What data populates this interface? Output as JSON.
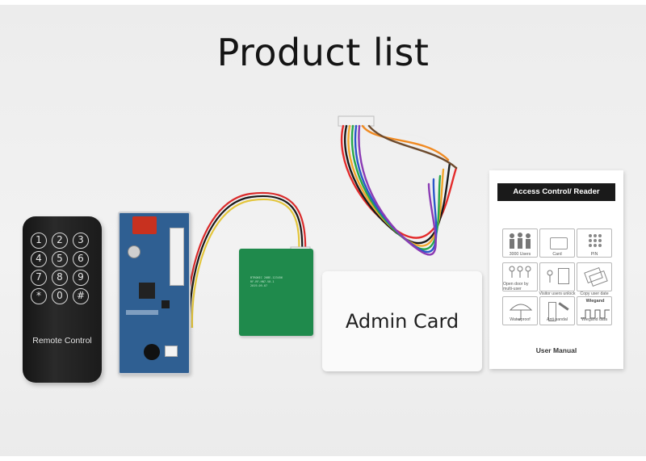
{
  "page": {
    "title": "Product list"
  },
  "remote": {
    "keys": [
      "1",
      "2",
      "3",
      "4",
      "5",
      "6",
      "7",
      "8",
      "9",
      "*",
      "0",
      "#"
    ],
    "label": "Remote Control"
  },
  "antenna": {
    "print_lines": [
      "BTRONIC 20BE-123456",
      "RF-RF-HN7-V0.1",
      "2019-09-07"
    ]
  },
  "admin_card": {
    "label": "Admin Card"
  },
  "manual": {
    "header": "Access Control/ Reader",
    "features": [
      {
        "label": "3000 Users",
        "icon": "users-icon"
      },
      {
        "label": "Card",
        "icon": "card-icon"
      },
      {
        "label": "PIN",
        "icon": "keypad-icon"
      },
      {
        "label": "Open door by multi-user",
        "icon": "multi-user-icon"
      },
      {
        "label": "Visitor users unlock",
        "icon": "visitor-door-icon"
      },
      {
        "label": "Copy user date",
        "icon": "copy-cards-icon"
      },
      {
        "label": "Waterproof",
        "icon": "umbrella-icon"
      },
      {
        "label": "Anti-vandal",
        "icon": "hammer-icon"
      },
      {
        "label": "Wiegand data",
        "icon": "waveform-icon"
      }
    ],
    "feature_extra": "Wiegand",
    "footer": "User Manual"
  }
}
